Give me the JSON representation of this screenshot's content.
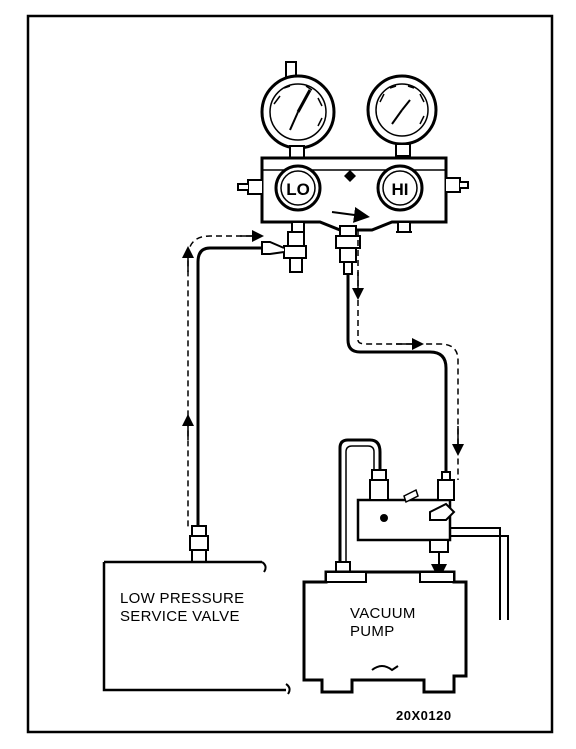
{
  "diagram": {
    "labels": {
      "lo_gauge": "LO",
      "hi_gauge": "HI",
      "low_pressure_line1": "LOW PRESSURE",
      "low_pressure_line2": "SERVICE VALVE",
      "vacuum_line1": "VACUUM",
      "vacuum_line2": "PUMP",
      "figure_id": "20X0120"
    },
    "colors": {
      "line": "#000000",
      "background": "#ffffff"
    }
  }
}
